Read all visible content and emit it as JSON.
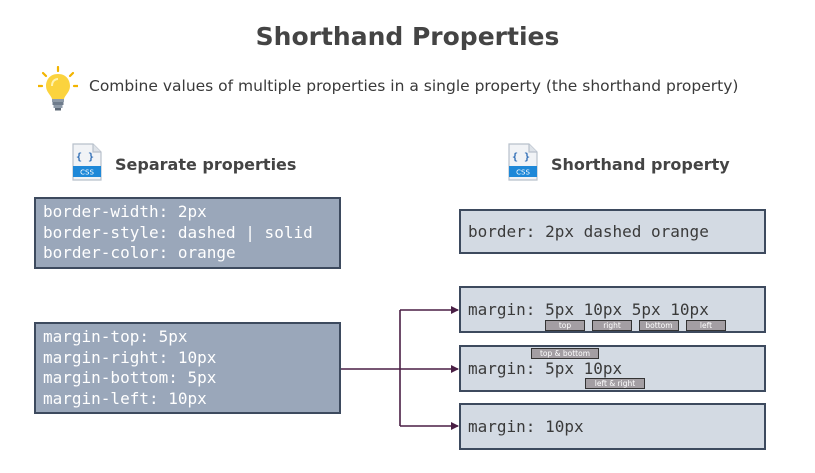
{
  "title": "Shorthand Properties",
  "subtitle": "Combine values of multiple properties in a single property (the shorthand property)",
  "icons": {
    "tip": "lightbulb-icon",
    "css": "css-file-icon",
    "css_label": "CSS",
    "css_braces": "{ }"
  },
  "left": {
    "heading": "Separate properties",
    "border_lines": "border-width: 2px\nborder-style: dashed | solid\nborder-color: orange",
    "margin_lines": "margin-top: 5px\nmargin-right: 10px\nmargin-bottom: 5px\nmargin-left: 10px"
  },
  "right": {
    "heading": "Shorthand property",
    "border_shorthand": "border: 2px dashed orange",
    "margin_four": "margin: 5px 10px 5px 10px",
    "margin_two": "margin: 5px 10px",
    "margin_one": "margin: 10px",
    "tags_four": [
      "top",
      "right",
      "bottom",
      "left"
    ],
    "tag_top_bottom": "top & bottom",
    "tag_left_right": "left & right"
  },
  "colors": {
    "box_dark": "#9aa7ba",
    "box_light": "#d3dae3",
    "border": "#3d4a5e",
    "arrow": "#4a1f45"
  }
}
